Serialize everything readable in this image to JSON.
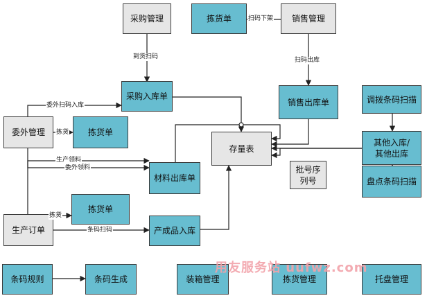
{
  "nodes": {
    "purchase_mgmt": "采购管理",
    "picking_top": "拣货单",
    "sales_mgmt": "销售管理",
    "purchase_in": "采购入库单",
    "sales_out": "销售出库单",
    "transfer_scan": "调拨条码扫描",
    "outsource_mgmt": "委外管理",
    "picking_mid": "拣货单",
    "inventory": "存量表",
    "other_io": "其他入库/其他出库",
    "material_out": "材料出库单",
    "batch_serial": "批号序列号",
    "stock_scan": "盘点条码扫描",
    "picking_low": "拣货单",
    "production_order": "生产订单",
    "finished_in": "产成品入库",
    "barcode_rules": "条码规则",
    "barcode_gen": "条码生成",
    "packing_mgmt": "装箱管理",
    "picking_mgmt": "拣货管理",
    "pallet_mgmt": "托盘管理"
  },
  "edges": {
    "scan_shelf": "扫码下架",
    "arrival_scan": "到货扫码",
    "scan_out": "扫码出库",
    "outsource_scan_in": "委外扫码入库",
    "picking_a": "拣货",
    "outsource_material": "委外领料",
    "production_material": "生产领料",
    "picking_b": "拣货",
    "barcode_scan": "条码扫码"
  },
  "watermark": "用友服务站 uufwz.com",
  "colors": {
    "process": "#67bdd0",
    "module": "#e6e6e6",
    "line": "#222222"
  }
}
